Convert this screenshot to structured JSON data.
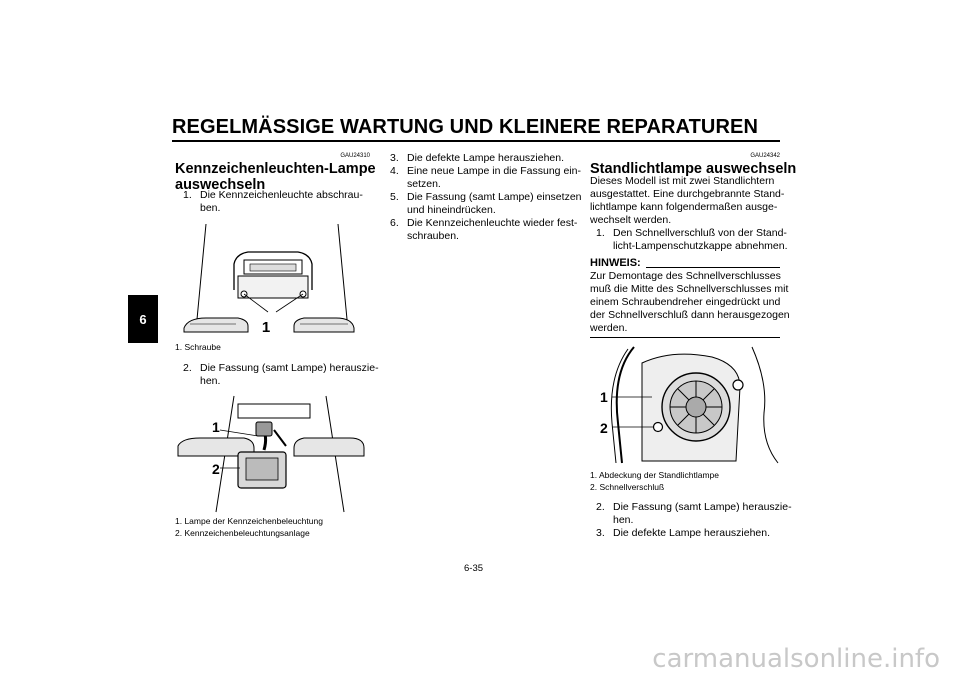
{
  "header": {
    "title": "REGELMÄSSIGE WARTUNG UND KLEINERE REPARATUREN",
    "chapter_tab": "6"
  },
  "left_column": {
    "code": "GAU24310",
    "heading": "Kennzeichenleuchten-Lampe auswechseln",
    "heading_line1": "Kennzeichenleuchten-Lampe",
    "heading_line2": "auswechseln",
    "step1": {
      "num": "1.",
      "line1": "Die Kennzeichenleuchte abschrau-",
      "line2": "ben."
    },
    "figure1": {
      "callout": "1",
      "caption": "1. Schraube"
    },
    "step2": {
      "num": "2.",
      "line1": "Die Fassung (samt Lampe) herauszie-",
      "line2": "hen."
    },
    "figure2": {
      "callouts": [
        "1",
        "2"
      ],
      "captions": [
        "1. Lampe der Kennzeichenbeleuchtung",
        "2. Kennzeichenbeleuchtungsanlage"
      ]
    }
  },
  "middle_column": {
    "steps": [
      {
        "num": "3.",
        "lines": [
          "Die defekte Lampe herausziehen."
        ]
      },
      {
        "num": "4.",
        "lines": [
          "Eine neue Lampe in die Fassung ein-",
          "setzen."
        ]
      },
      {
        "num": "5.",
        "lines": [
          "Die Fassung (samt Lampe) einsetzen",
          "und hineindrücken."
        ]
      },
      {
        "num": "6.",
        "lines": [
          "Die Kennzeichenleuchte wieder fest-",
          "schrauben."
        ]
      }
    ]
  },
  "right_column": {
    "code": "GAU24342",
    "heading": "Standlichtlampe auswechseln",
    "intro_lines": [
      "Dieses Modell ist mit zwei Standlichtern",
      "ausgestattet. Eine durchgebrannte Stand-",
      "lichtlampe kann folgendermaßen ausge-",
      "wechselt werden."
    ],
    "step1": {
      "num": "1.",
      "line1": "Den Schnellverschluß von der Stand-",
      "line2": "licht-Lampenschutzkappe abnehmen."
    },
    "note_label": "HINWEIS:",
    "note_lines": [
      "Zur Demontage des Schnellverschlusses",
      "muß die Mitte des Schnellverschlusses mit",
      "einem Schraubendreher eingedrückt und",
      "der Schnellverschluß dann herausgezogen",
      "werden."
    ],
    "figure3": {
      "callouts": [
        "1",
        "2"
      ],
      "captions": [
        "1. Abdeckung der Standlichtlampe",
        "2. Schnellverschluß"
      ]
    },
    "step2": {
      "num": "2.",
      "line1": "Die Fassung (samt Lampe) herauszie-",
      "line2": "hen."
    },
    "step3": {
      "num": "3.",
      "line1": "Die defekte Lampe herausziehen."
    }
  },
  "footer": {
    "page_number": "6-35",
    "watermark": "carmanualsonline.info"
  }
}
